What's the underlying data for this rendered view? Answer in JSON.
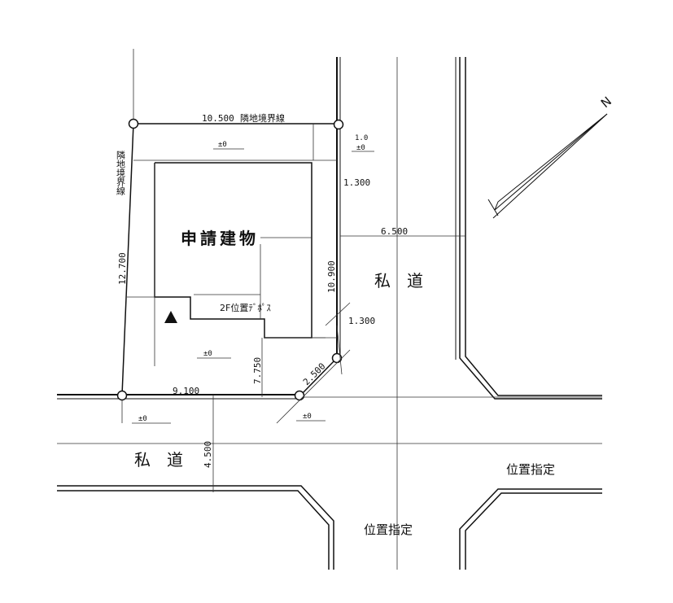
{
  "labels": {
    "building": "申請建物",
    "road_private_1": "私　道",
    "road_private_2": "私　道",
    "position_designation_1": "位置指定",
    "position_designation_2": "位置指定",
    "neighbor_boundary_top": "隣地境界線",
    "neighbor_boundary_left": "隣地境界線",
    "parking_note": "2F位置ﾃﾞﾎﾟｽ",
    "north_mark": "N"
  },
  "dimensions": {
    "top_edge": "10.500",
    "left_edge": "12.700",
    "bottom_edge": "9.100",
    "right_edge": "10.900",
    "road_width_right": "6.500",
    "road_width_bottom": "4.500",
    "inner_vertical": "7.750",
    "corner_cut": "2.500",
    "setback_top_right": "1.300",
    "setback_bottom_right": "1.300",
    "gap_top_right": "1.0"
  },
  "elevations": {
    "top": "±0",
    "top_right": "±0",
    "center": "±0",
    "bottom_left": "±0",
    "bottom_right": "±0"
  }
}
